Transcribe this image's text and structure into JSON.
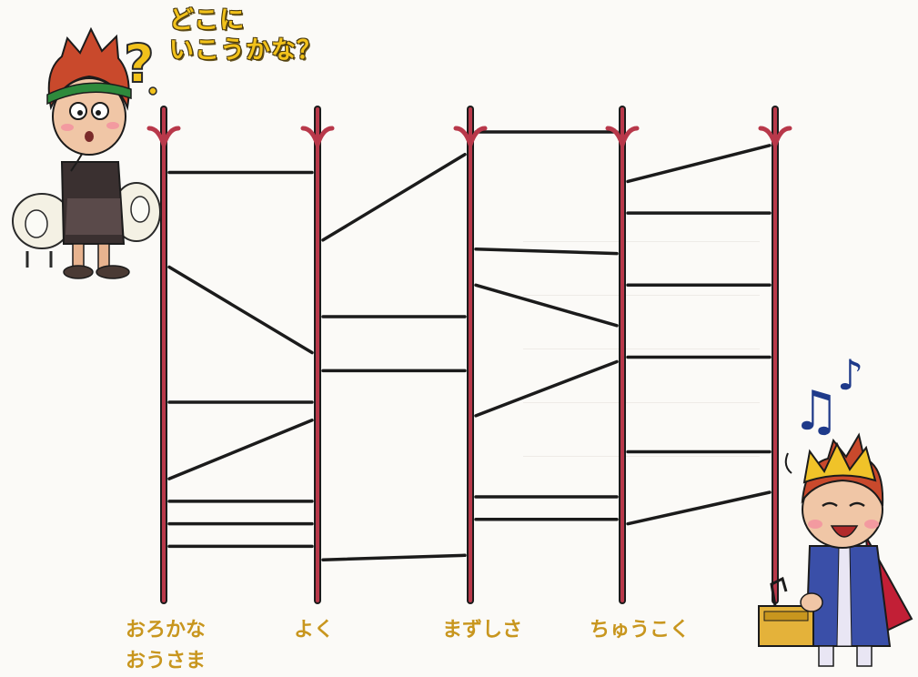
{
  "speech_bubble": {
    "line1": "どこに",
    "line2": "いこうかな？",
    "question_mark": "?"
  },
  "ladder": {
    "columns": [
      {
        "name": "おろかな おうさま",
        "line1": "おろかな",
        "line2": "おうさま"
      },
      {
        "name": "よく",
        "line1": "よく",
        "line2": ""
      },
      {
        "name": "まずしさ",
        "line1": "まずしさ",
        "line2": ""
      },
      {
        "name": "ちゅうこく",
        "line1": "ちゅうこく",
        "line2": ""
      },
      {
        "name": "",
        "line1": "",
        "line2": ""
      }
    ],
    "rungs": [
      {
        "from": 0,
        "to": 1,
        "from_level": 0.09,
        "to_level": 0.09
      },
      {
        "from": 0,
        "to": 1,
        "from_level": 0.3,
        "to_level": 0.49
      },
      {
        "from": 0,
        "to": 1,
        "from_level": 0.6,
        "to_level": 0.6
      },
      {
        "from": 0,
        "to": 1,
        "from_level": 0.77,
        "to_level": 0.64
      },
      {
        "from": 0,
        "to": 1,
        "from_level": 0.82,
        "to_level": 0.82
      },
      {
        "from": 0,
        "to": 1,
        "from_level": 0.87,
        "to_level": 0.87
      },
      {
        "from": 0,
        "to": 1,
        "from_level": 0.92,
        "to_level": 0.92
      },
      {
        "from": 1,
        "to": 2,
        "from_level": 0.24,
        "to_level": 0.05
      },
      {
        "from": 1,
        "to": 2,
        "from_level": 0.41,
        "to_level": 0.41
      },
      {
        "from": 1,
        "to": 2,
        "from_level": 0.53,
        "to_level": 0.53
      },
      {
        "from": 1,
        "to": 2,
        "from_level": 0.95,
        "to_level": 0.94
      },
      {
        "from": 2,
        "to": 3,
        "from_level": 0.0,
        "to_level": 0.0
      },
      {
        "from": 2,
        "to": 3,
        "from_level": 0.26,
        "to_level": 0.27
      },
      {
        "from": 2,
        "to": 3,
        "from_level": 0.34,
        "to_level": 0.43
      },
      {
        "from": 2,
        "to": 3,
        "from_level": 0.63,
        "to_level": 0.51
      },
      {
        "from": 2,
        "to": 3,
        "from_level": 0.81,
        "to_level": 0.81
      },
      {
        "from": 2,
        "to": 3,
        "from_level": 0.86,
        "to_level": 0.86
      },
      {
        "from": 3,
        "to": 4,
        "from_level": 0.11,
        "to_level": 0.03
      },
      {
        "from": 3,
        "to": 4,
        "from_level": 0.18,
        "to_level": 0.18
      },
      {
        "from": 3,
        "to": 4,
        "from_level": 0.34,
        "to_level": 0.34
      },
      {
        "from": 3,
        "to": 4,
        "from_level": 0.5,
        "to_level": 0.5
      },
      {
        "from": 3,
        "to": 4,
        "from_level": 0.71,
        "to_level": 0.71
      },
      {
        "from": 3,
        "to": 4,
        "from_level": 0.87,
        "to_level": 0.8
      }
    ]
  },
  "music_notes": [
    "♪",
    "♫"
  ],
  "colors": {
    "pole": "#b8384a",
    "rung": "#1b1b1b",
    "label": "#c8961e",
    "bubble_text": "#f2c21b",
    "crown": "#f0c329",
    "hair": "#c9492c"
  }
}
